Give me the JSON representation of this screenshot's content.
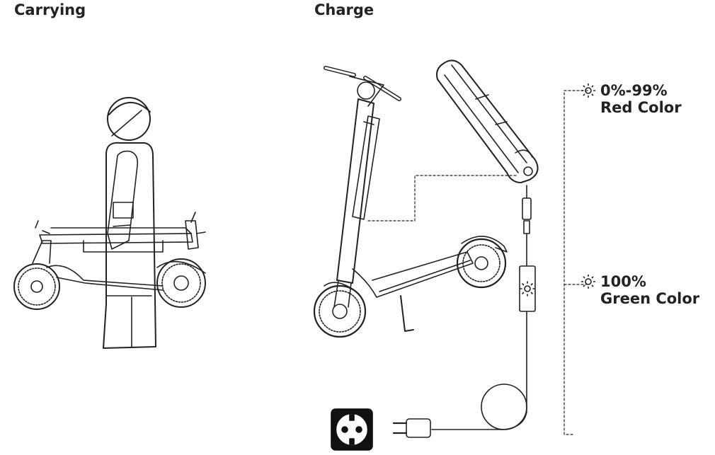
{
  "sections": {
    "carrying": {
      "title": "Carrying"
    },
    "charge": {
      "title": "Charge"
    }
  },
  "indicators": [
    {
      "range": "0%-99%",
      "color_label": "Red Color",
      "status_color": "#d32f2f"
    },
    {
      "range": "100%",
      "color_label": "Green Color",
      "status_color": "#2e7d32"
    }
  ],
  "icons": [
    "led-sun-icon",
    "power-outlet-icon",
    "plug-icon"
  ]
}
